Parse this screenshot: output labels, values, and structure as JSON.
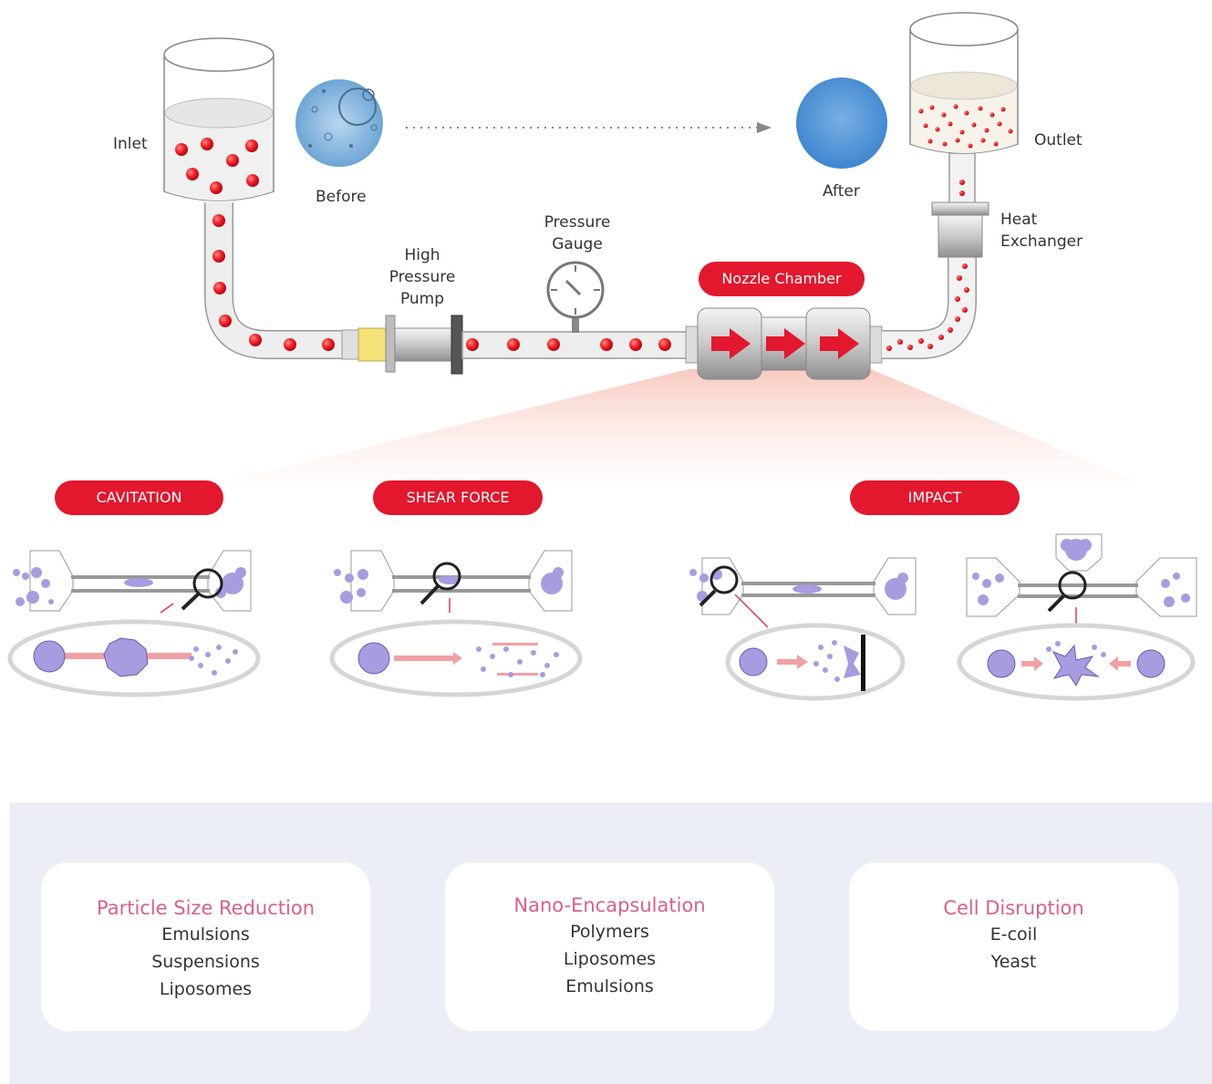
{
  "labels": {
    "inlet": "Inlet",
    "before": "Before",
    "after": "After",
    "outlet": "Outlet",
    "heat_exchanger": [
      "Heat",
      "Exchanger"
    ],
    "pump": [
      "High",
      "Pressure",
      "Pump"
    ],
    "gauge": [
      "Pressure",
      "Gauge"
    ],
    "nozzle_chamber": "Nozzle Chamber"
  },
  "mechanisms": [
    "CAVITATION",
    "SHEAR FORCE",
    "IMPACT"
  ],
  "applications": [
    {
      "title": "Particle Size Reduction",
      "items": [
        "Emulsions",
        "Suspensions",
        "Liposomes"
      ]
    },
    {
      "title": "Nano-Encapsulation",
      "items": [
        "Polymers",
        "Liposomes",
        "Emulsions"
      ]
    },
    {
      "title": "Cell Disruption",
      "items": [
        "E-coil",
        "Yeast"
      ]
    }
  ],
  "colors": {
    "accent_red": "#e3172d",
    "particle_purple": "#a99be0",
    "card_title_pink": "#d9608a",
    "panel_bg": "#eceef7"
  }
}
